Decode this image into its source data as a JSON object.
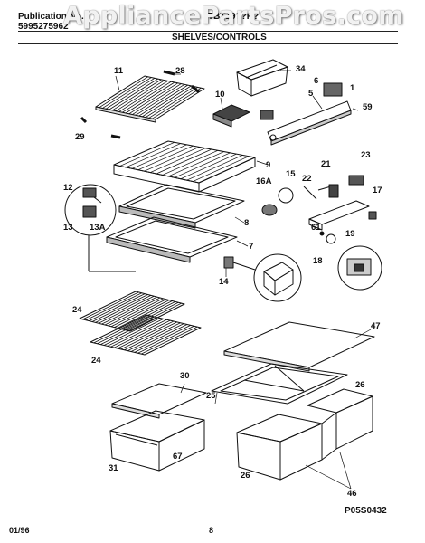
{
  "header": {
    "publication_label": "Publication No.",
    "publication_number": "5995275962",
    "model": "TBT19??R?",
    "section_title": "SHELVES/CONTROLS",
    "watermark": "AppliancePartsPros.com"
  },
  "part_labels": {
    "p11": "11",
    "p28": "28",
    "p34": "34",
    "p10": "10",
    "p5": "5",
    "p6": "6",
    "p1": "1",
    "p59": "59",
    "p29": "29",
    "p9": "9",
    "p21": "21",
    "p23": "23",
    "p22": "22",
    "p15": "15",
    "p16a": "16A",
    "p17": "17",
    "p12": "12",
    "p13": "13",
    "p13a": "13A",
    "p8": "8",
    "p7": "7",
    "p61": "61",
    "p19": "19",
    "p18": "18",
    "p14": "14",
    "p24a": "24",
    "p24b": "24",
    "p47": "47",
    "p30": "30",
    "p26a": "26",
    "p25": "25",
    "p31": "31",
    "p67": "67",
    "p26b": "26",
    "p46": "46"
  },
  "diagram_code": "P05S0432",
  "footer": {
    "date": "01/96",
    "page": "8"
  }
}
